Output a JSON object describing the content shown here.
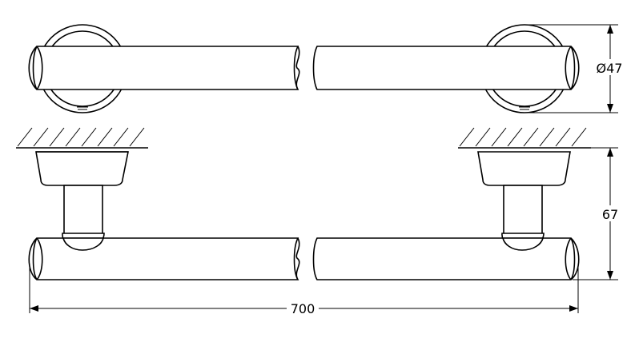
{
  "dimensions": {
    "diameter_label": "Ø47",
    "height_label": "67",
    "length_label": "700"
  }
}
